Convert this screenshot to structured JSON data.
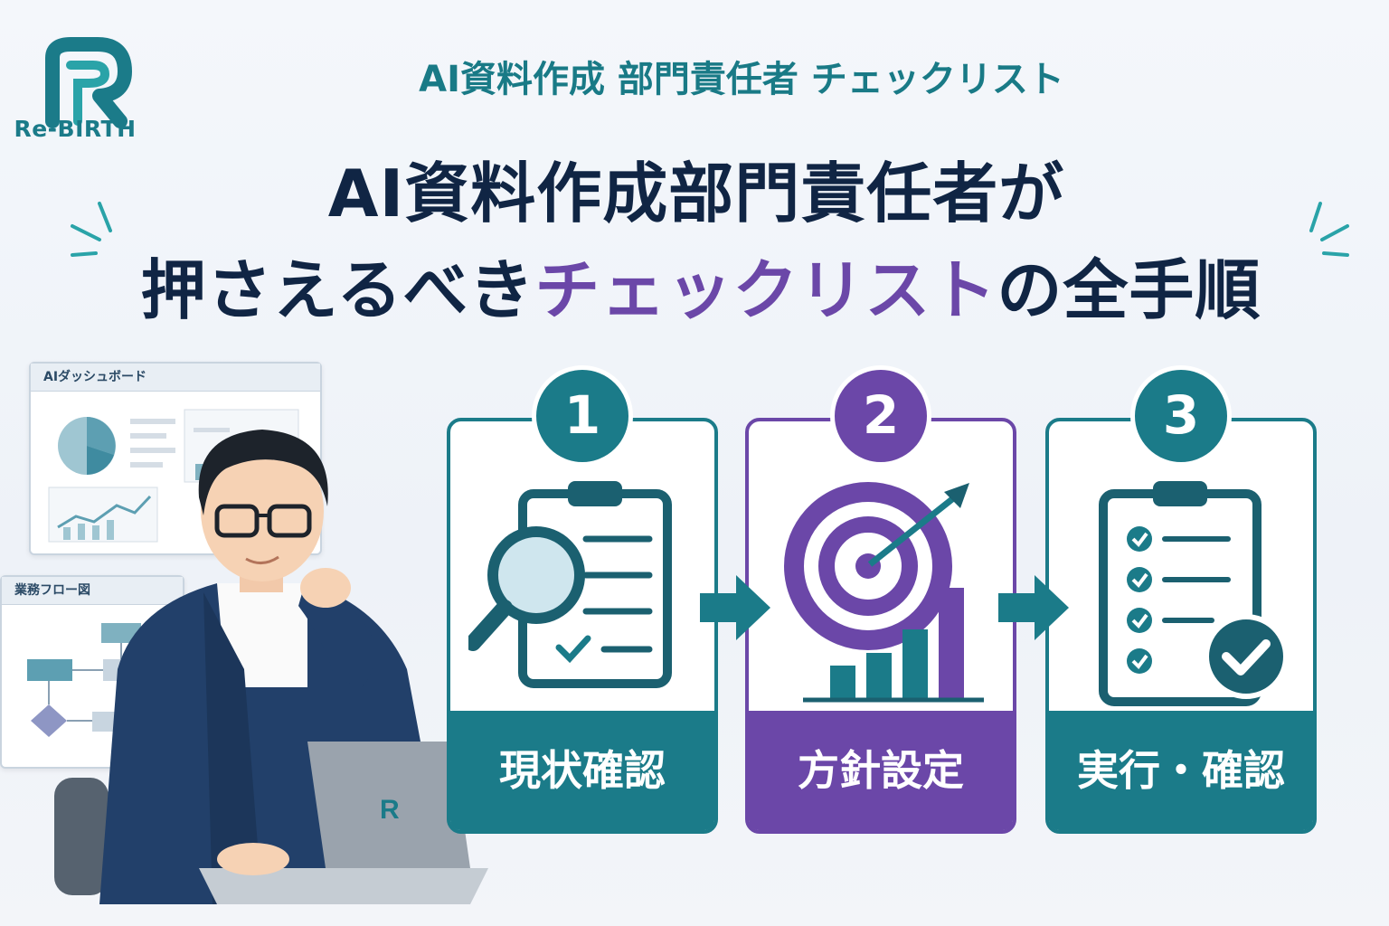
{
  "logo": {
    "icon": "r-logo-icon",
    "text": "Re-BIRTH"
  },
  "subtitle": "AI資料作成 部門責任者 チェックリスト",
  "title": {
    "line1": "AI資料作成部門責任者が",
    "line2_pre": "押さえるべき",
    "line2_highlight": "チェックリスト",
    "line2_post": "の全手順"
  },
  "dashboard_panel": {
    "title": "AIダッシュボード"
  },
  "flow_panel": {
    "title": "業務フロー図"
  },
  "steps": [
    {
      "number": "1",
      "label": "現状確認",
      "icon": "clipboard-magnifier-icon"
    },
    {
      "number": "2",
      "label": "方針設定",
      "icon": "target-chart-icon"
    },
    {
      "number": "3",
      "label": "実行・確認",
      "icon": "checklist-icon"
    }
  ],
  "colors": {
    "teal": "#1b7b89",
    "purple": "#6b47a8",
    "navy": "#102544"
  }
}
